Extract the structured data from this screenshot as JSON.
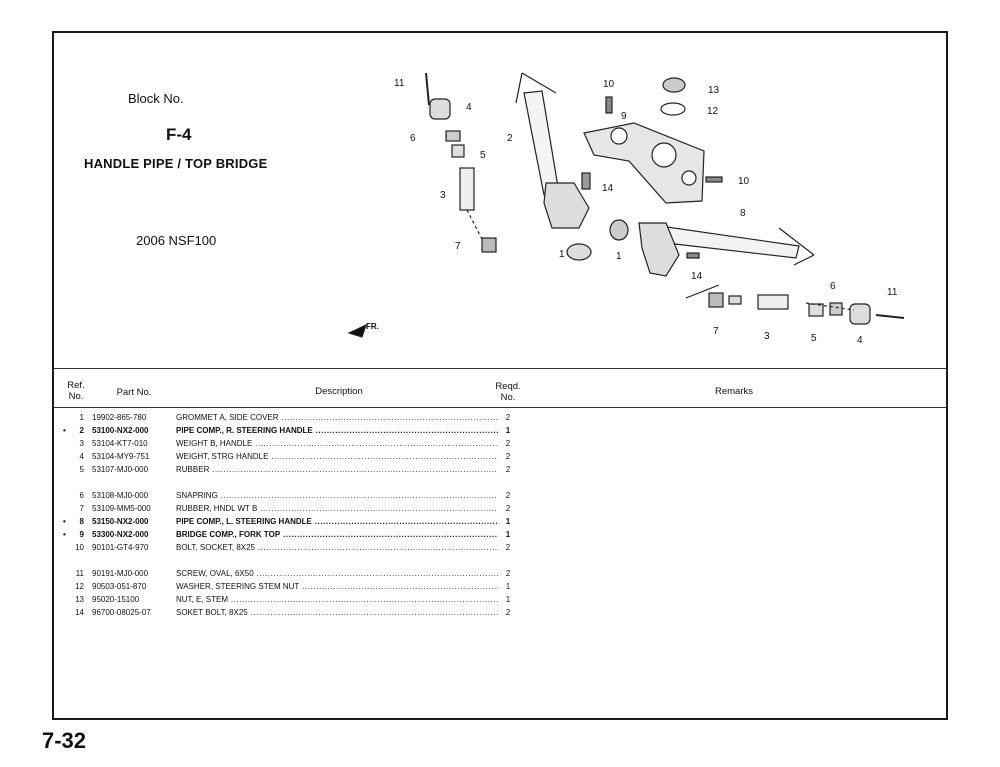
{
  "header": {
    "block_label": "Block No.",
    "block_code": "F-4",
    "title": "HANDLE PIPE / TOP BRIDGE",
    "model": "2006 NSF100"
  },
  "diagram": {
    "fr_label": "FR.",
    "callouts": [
      "11",
      "4",
      "6",
      "5",
      "2",
      "3",
      "7",
      "10",
      "9",
      "13",
      "12",
      "14",
      "10",
      "1",
      "1",
      "14",
      "8",
      "7",
      "3",
      "5",
      "6",
      "4",
      "11"
    ]
  },
  "table": {
    "headers": {
      "ref": "Ref.\nNo.",
      "part_no": "Part No.",
      "description": "Description",
      "reqd": "Reqd.\nNo.",
      "remarks": "Remarks"
    },
    "rows": [
      {
        "ref": "1",
        "mark": "",
        "part_no": "19902-865-780",
        "description": "GROMMET A, SIDE COVER",
        "qty": "2",
        "bold": false
      },
      {
        "ref": "2",
        "mark": "•",
        "part_no": "53100-NX2-000",
        "description": "PIPE COMP., R. STEERING HANDLE",
        "qty": "1",
        "bold": true
      },
      {
        "ref": "3",
        "mark": "",
        "part_no": "53104-KT7-010",
        "description": "WEIGHT B, HANDLE",
        "qty": "2",
        "bold": false
      },
      {
        "ref": "4",
        "mark": "",
        "part_no": "53104-MY9-751",
        "description": "WEIGHT, STRG HANDLE",
        "qty": "2",
        "bold": false
      },
      {
        "ref": "5",
        "mark": "",
        "part_no": "53107-MJ0-000",
        "description": "RUBBER",
        "qty": "2",
        "bold": false
      },
      {
        "ref": "6",
        "mark": "",
        "part_no": "53108-MJ0-000",
        "description": "SNAPRING",
        "qty": "2",
        "bold": false
      },
      {
        "ref": "7",
        "mark": "",
        "part_no": "53109-MM5-000",
        "description": "RUBBER, HNDL WT B",
        "qty": "2",
        "bold": false
      },
      {
        "ref": "8",
        "mark": "•",
        "part_no": "53150-NX2-000",
        "description": "PIPE COMP., L. STEERING HANDLE",
        "qty": "1",
        "bold": true
      },
      {
        "ref": "9",
        "mark": "•",
        "part_no": "53300-NX2-000",
        "description": "BRIDGE COMP., FORK TOP",
        "qty": "1",
        "bold": true
      },
      {
        "ref": "10",
        "mark": "",
        "part_no": "90101-GT4-970",
        "description": "BOLT, SOCKET, 8X25",
        "qty": "2",
        "bold": false
      },
      {
        "ref": "11",
        "mark": "",
        "part_no": "90191-MJ0-000",
        "description": "SCREW, OVAL, 6X50",
        "qty": "2",
        "bold": false
      },
      {
        "ref": "12",
        "mark": "",
        "part_no": "90503-051-870",
        "description": "WASHER, STEERING STEM NUT",
        "qty": "1",
        "bold": false
      },
      {
        "ref": "13",
        "mark": "",
        "part_no": "95020-15100",
        "description": "NUT, E, STEM",
        "qty": "1",
        "bold": false
      },
      {
        "ref": "14",
        "mark": "",
        "part_no": "96700-08025-07",
        "description": "SOKET BOLT, 8X25",
        "qty": "2",
        "bold": false
      }
    ]
  },
  "footer": {
    "page_number": "7-32"
  }
}
